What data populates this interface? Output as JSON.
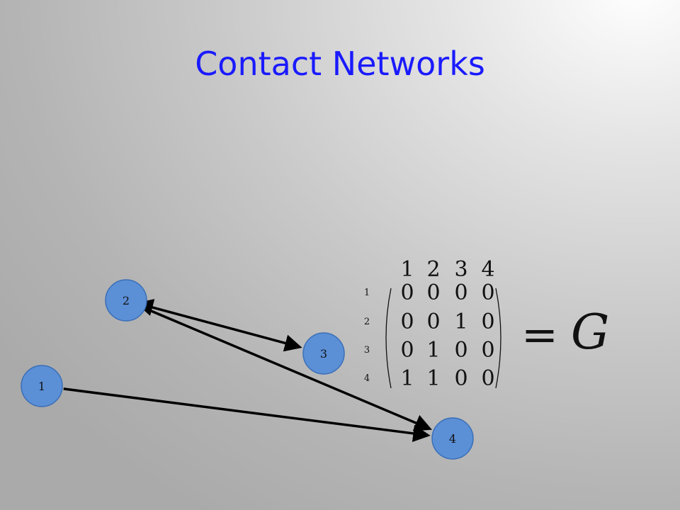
{
  "slide": {
    "title": "Contact Networks"
  },
  "colors": {
    "title": "#1a1aff",
    "node_fill": "#5b8fd6",
    "node_stroke": "#3a6fb8",
    "edge": "#000000"
  },
  "network": {
    "nodes": [
      {
        "id": "1",
        "label": "1"
      },
      {
        "id": "2",
        "label": "2"
      },
      {
        "id": "3",
        "label": "3"
      },
      {
        "id": "4",
        "label": "4"
      }
    ],
    "edges": [
      {
        "from": "1",
        "to": "4",
        "directed": "forward"
      },
      {
        "from": "2",
        "to": "4",
        "directed": "forward"
      },
      {
        "from": "2",
        "to": "3",
        "directed": "both"
      }
    ]
  },
  "matrix": {
    "column_labels": [
      "1",
      "2",
      "3",
      "4"
    ],
    "row_labels": [
      "1",
      "2",
      "3",
      "4"
    ],
    "rows": [
      [
        "0",
        "0",
        "0",
        "0"
      ],
      [
        "0",
        "0",
        "1",
        "0"
      ],
      [
        "0",
        "1",
        "0",
        "0"
      ],
      [
        "1",
        "1",
        "0",
        "0"
      ]
    ],
    "equals_symbol": "=",
    "symbol": "G"
  }
}
